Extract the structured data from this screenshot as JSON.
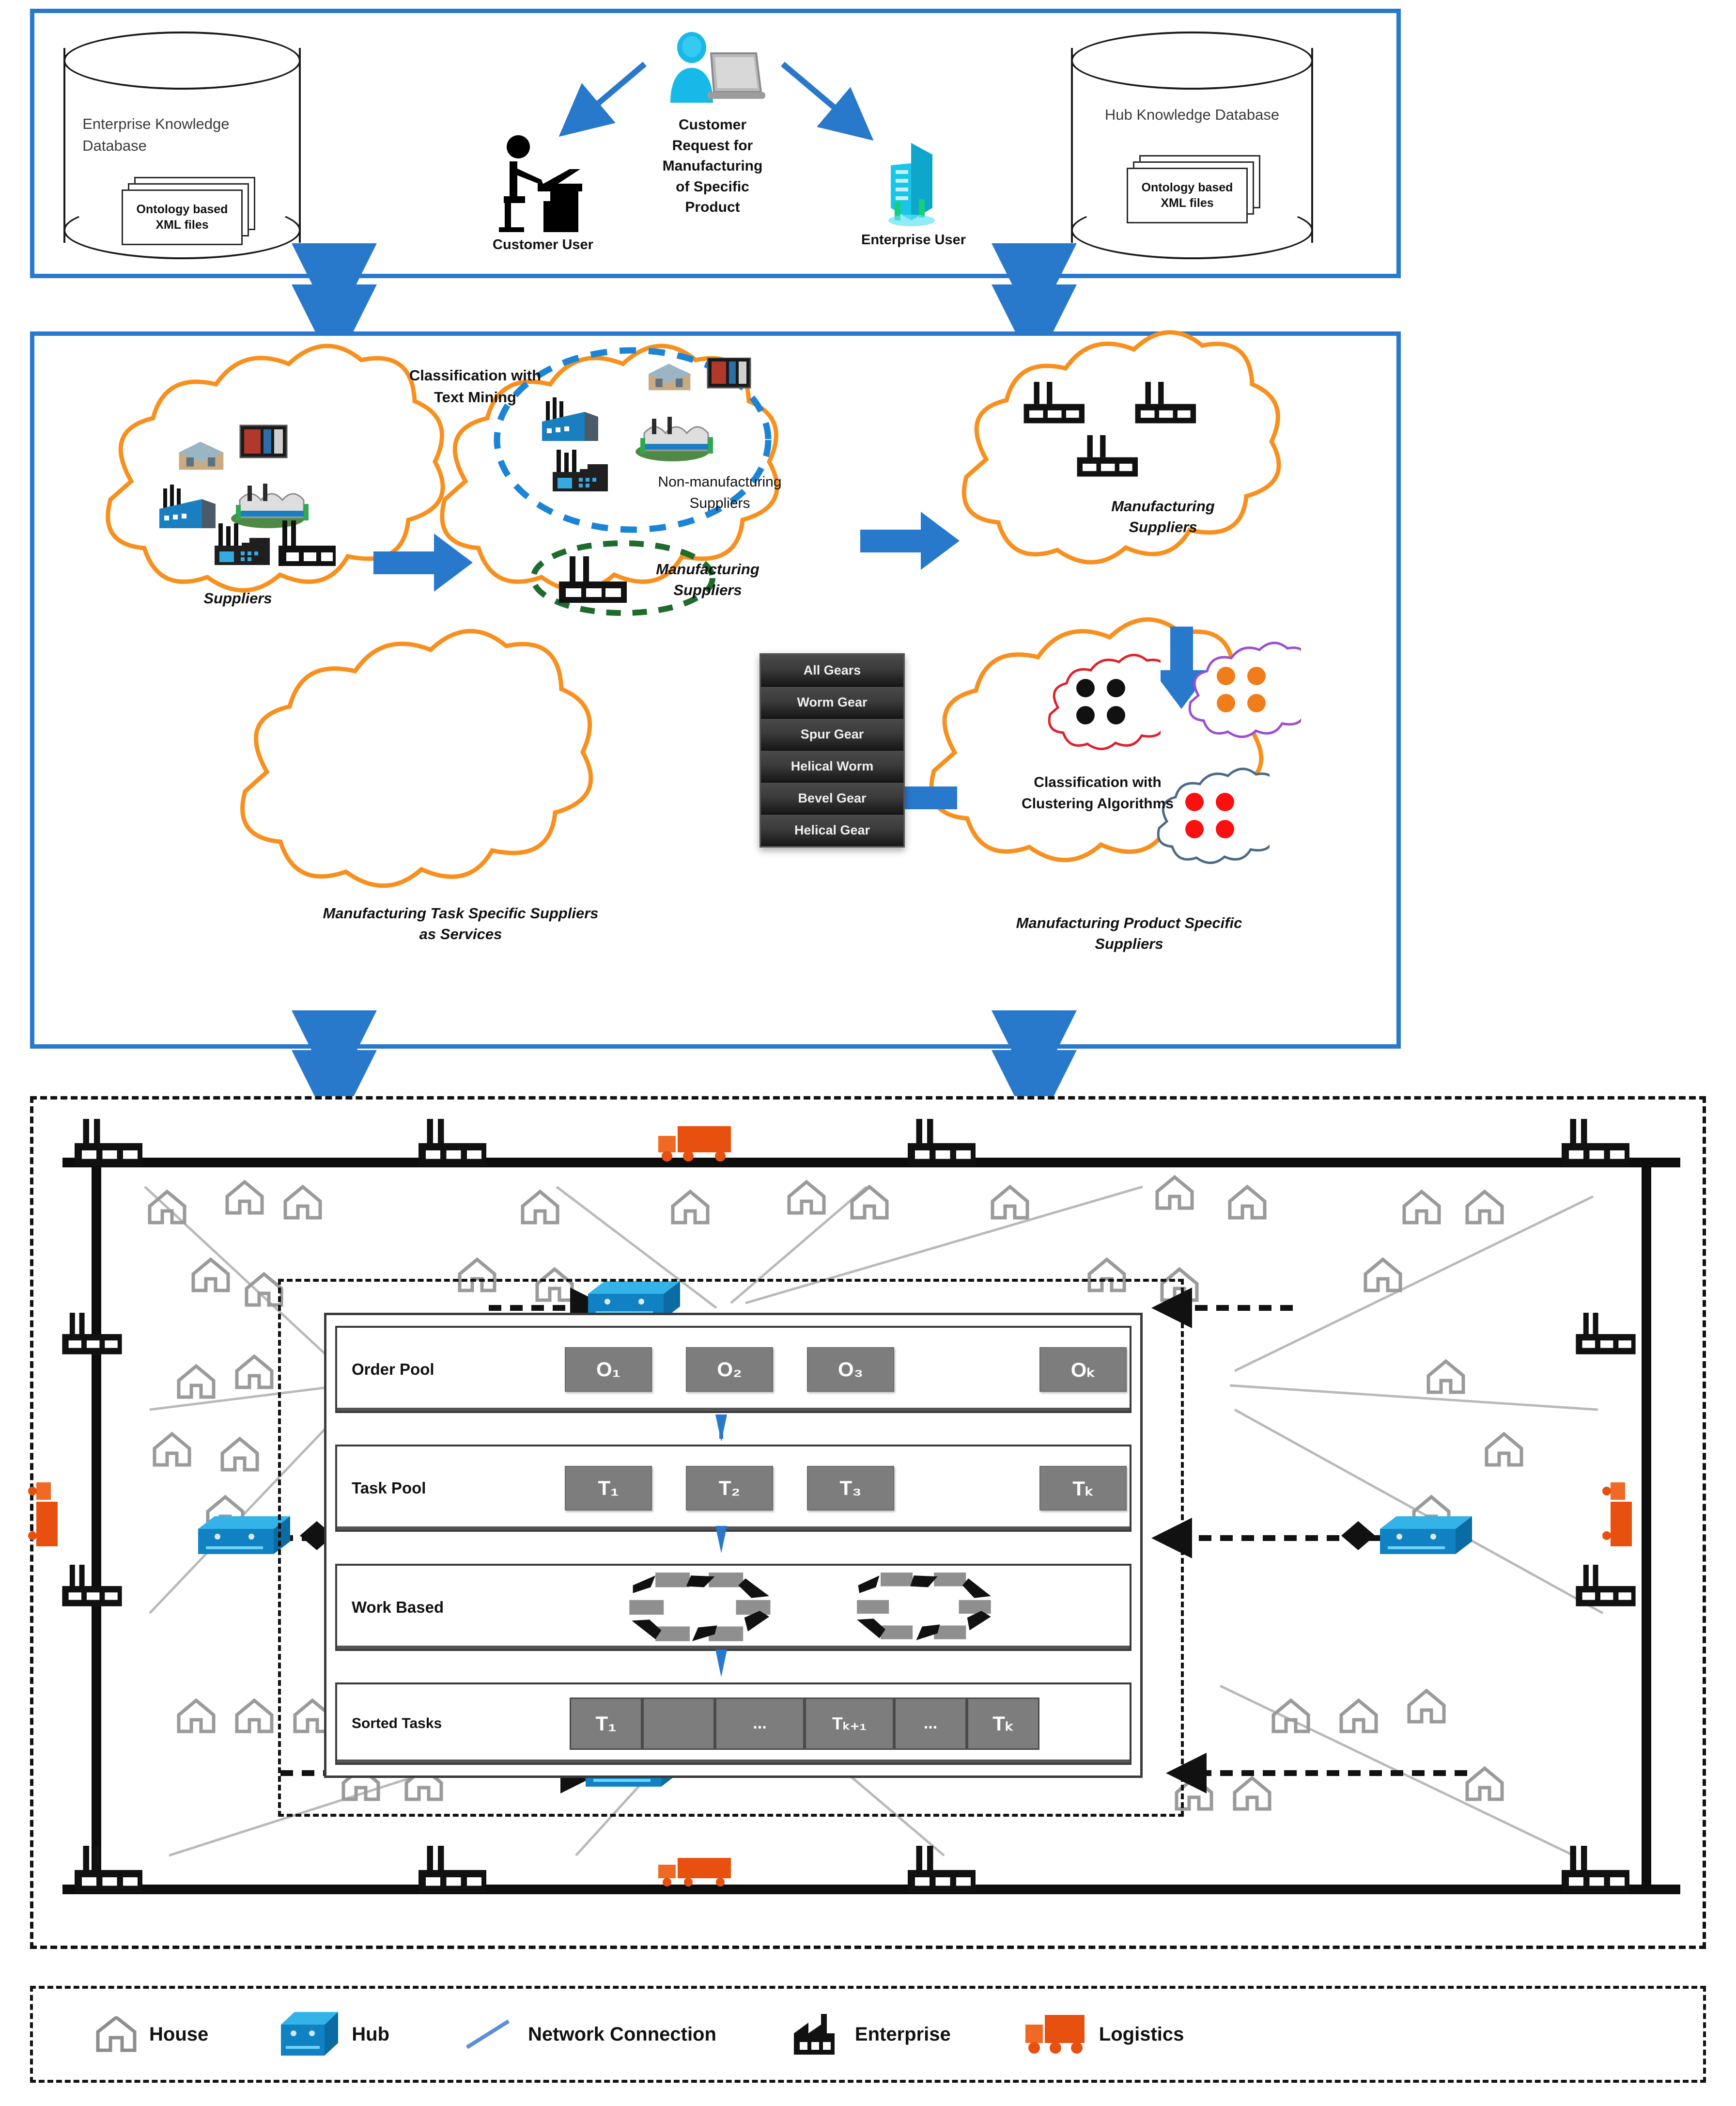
{
  "top_panel": {
    "left_db": {
      "title_line1": "Enterprise Knowledge",
      "title_line2": "Database",
      "files_line1": "Ontology based",
      "files_line2": "XML files"
    },
    "right_db": {
      "title": "Hub Knowledge Database",
      "files_line1": "Ontology based",
      "files_line2": "XML files"
    },
    "customer_request": "Customer\nRequest for\nManufacturing\nof Specific\nProduct",
    "customer_user_label": "Customer User",
    "enterprise_user_label": "Enterprise User"
  },
  "middle_panel": {
    "cloud1_label": "Suppliers",
    "text_mining_label": "Classification with\nText Mining",
    "cloud2_nonmfg_label": "Non-manufacturing\nSuppliers",
    "cloud2_mfg_label": "Manufacturing\nSuppliers",
    "cloud3_label": "Manufacturing\nSuppliers",
    "cloud4_label": "Classification with\nClustering Algorithms",
    "cloud4_caption": "Manufacturing Product Specific\nSuppliers",
    "cloud5_caption": "Manufacturing Task Specific Suppliers\nas Services",
    "gear_menu": [
      "All Gears",
      "Worm Gear",
      "Spur Gear",
      "Helical Worm",
      "Bevel Gear",
      "Helical Gear"
    ],
    "cluster_colors": [
      "#e0202c",
      "#9b4fd0",
      "#4a6a88"
    ],
    "cluster_dot_colors": [
      "#111111",
      "#f07d1a",
      "#fb0f0f"
    ]
  },
  "bottom_panel": {
    "rows": [
      {
        "label": "Order Pool",
        "chips": [
          "O₁",
          "O₂",
          "O₃",
          "Oₖ"
        ]
      },
      {
        "label": "Task Pool",
        "chips": [
          "T₁",
          "T₂",
          "T₃",
          "Tₖ"
        ]
      },
      {
        "label": "Work Based",
        "chips": []
      },
      {
        "label": "Sorted Tasks",
        "chips": [
          "T₁",
          "",
          "...",
          "Tₖ₊₁",
          "...",
          "Tₖ"
        ]
      }
    ]
  },
  "legend": {
    "items": [
      {
        "icon": "house-icon",
        "label": "House"
      },
      {
        "icon": "hub-icon",
        "label": "Hub"
      },
      {
        "icon": "network-line-icon",
        "label": "Network Connection"
      },
      {
        "icon": "factory-icon",
        "label": "Enterprise"
      },
      {
        "icon": "truck-icon",
        "label": "Logistics"
      }
    ]
  },
  "colors": {
    "panel_border": "#2878cc",
    "cloud_orange": "#f7901e",
    "arrow_blue": "#2878cc",
    "dashed_blue": "#1c84d6",
    "dashed_green": "#1e6b2e",
    "truck_orange": "#e8500f",
    "hub_blue": "#1597d8"
  }
}
